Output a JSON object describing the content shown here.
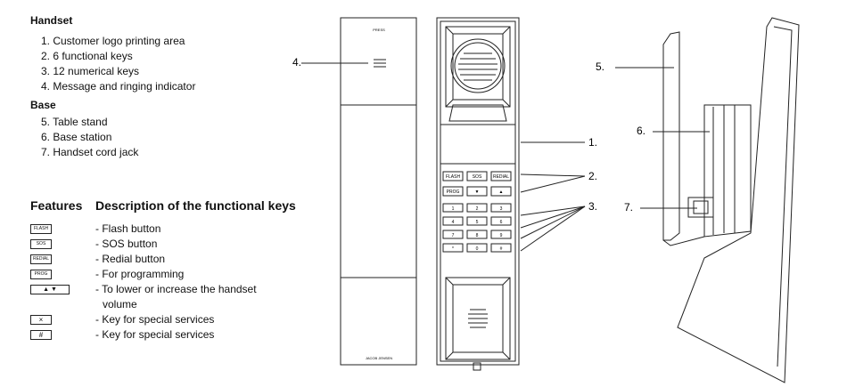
{
  "handset": {
    "heading": "Handset",
    "items": [
      "1.  Customer logo printing area",
      "2.  6 functional keys",
      "3.  12 numerical keys",
      "4.  Message and ringing indicator"
    ]
  },
  "base": {
    "heading": "Base",
    "items": [
      "5.  Table stand",
      "6.  Base station",
      "7.  Handset cord jack"
    ]
  },
  "features": {
    "col1": "Features",
    "col2": "Description of the functional keys",
    "rows": [
      {
        "key": "FLASH",
        "desc": "- Flash button"
      },
      {
        "key": "SOS",
        "desc": "- SOS button"
      },
      {
        "key": "REDIAL",
        "desc": "- Redial button"
      },
      {
        "key": "PROG",
        "desc": "- For programming"
      },
      {
        "key": "▲  ▼",
        "desc": "- To lower or increase the handset"
      },
      {
        "key": "",
        "desc": "volume"
      },
      {
        "key": "×",
        "desc": "- Key for special services"
      },
      {
        "key": "#",
        "desc": "- Key for special services"
      }
    ]
  },
  "diagram": {
    "callouts": [
      "4.",
      "1.",
      "2.",
      "3.",
      "5.",
      "6.",
      "7."
    ],
    "front_top_text": "PRESS",
    "front_bottom_text": "JACOB JENSEN",
    "keypad_row1": [
      "FLASH",
      "SOS",
      "REDIAL"
    ],
    "keypad_row2": [
      "PROG",
      "▼",
      "▲"
    ],
    "numeric_keys": [
      "1",
      "2",
      "3",
      "4",
      "5",
      "6",
      "7",
      "8",
      "9",
      "*",
      "0",
      "#"
    ]
  }
}
